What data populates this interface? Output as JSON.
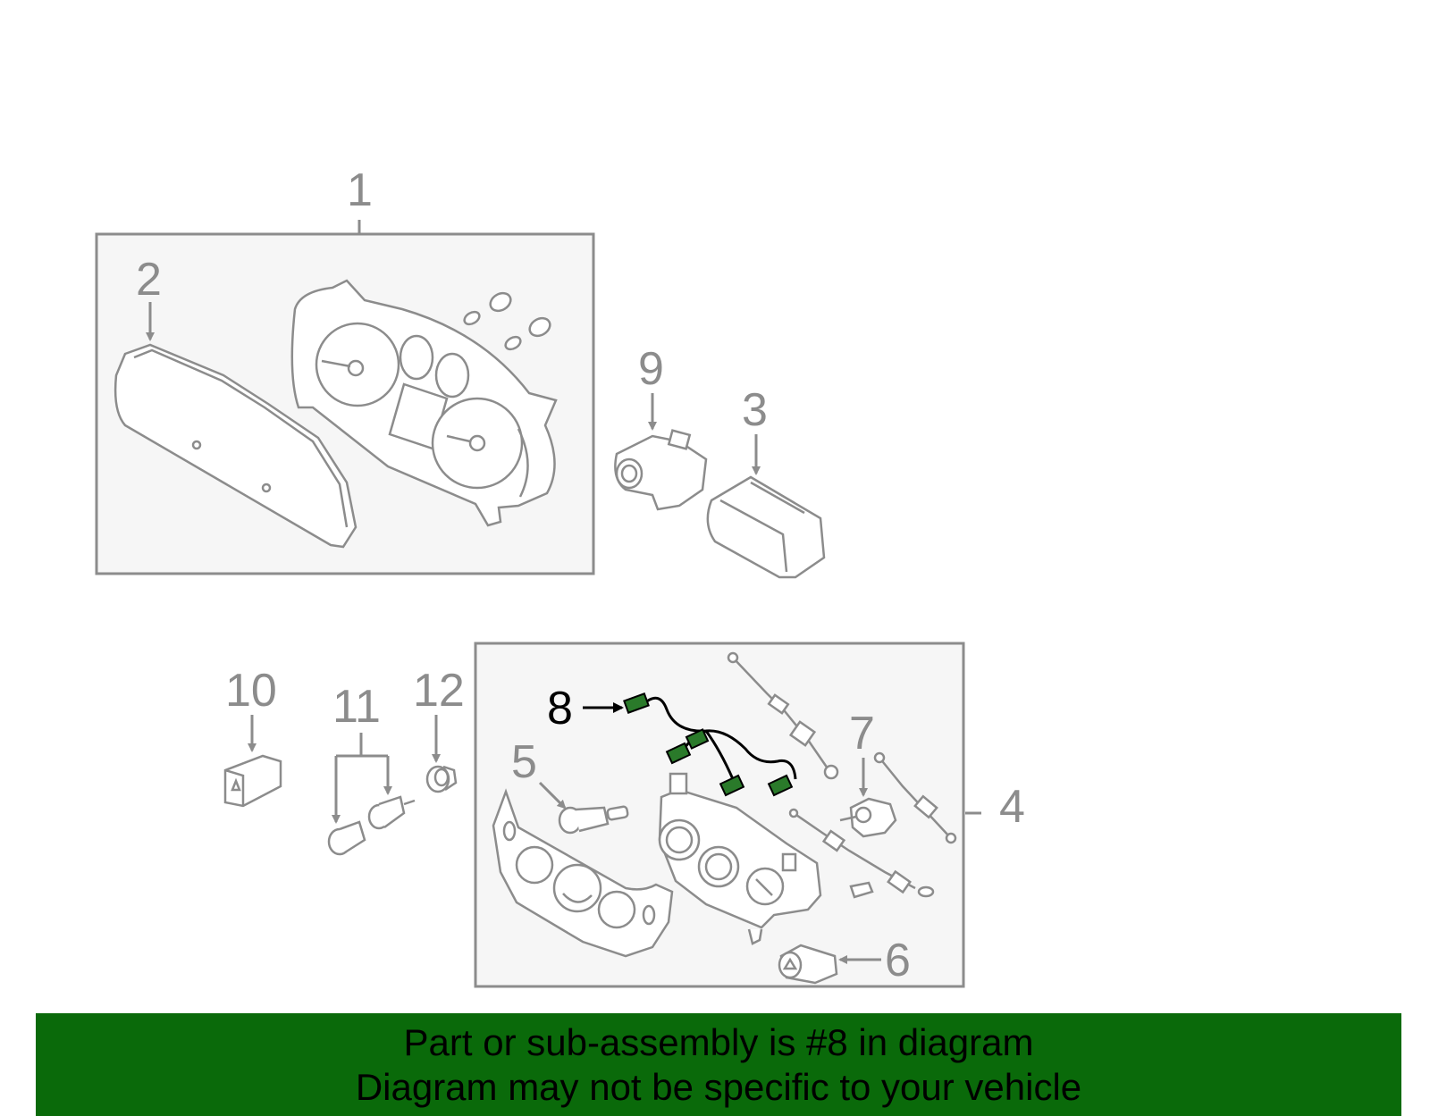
{
  "callouts": {
    "c1": "1",
    "c2": "2",
    "c3": "3",
    "c4": "4",
    "c5": "5",
    "c6": "6",
    "c7": "7",
    "c8": "8",
    "c9": "9",
    "c10": "10",
    "c11": "11",
    "c12": "12"
  },
  "highlighted_part": "8",
  "banner": {
    "line1": "Part or sub-assembly is #8 in diagram",
    "line2": "Diagram may not be specific to your vehicle"
  },
  "colors": {
    "line": "#8c8c8c",
    "box_fill": "#f6f6f6",
    "highlight_part": "#2a7a2a",
    "banner_bg": "#0a6a0a"
  }
}
